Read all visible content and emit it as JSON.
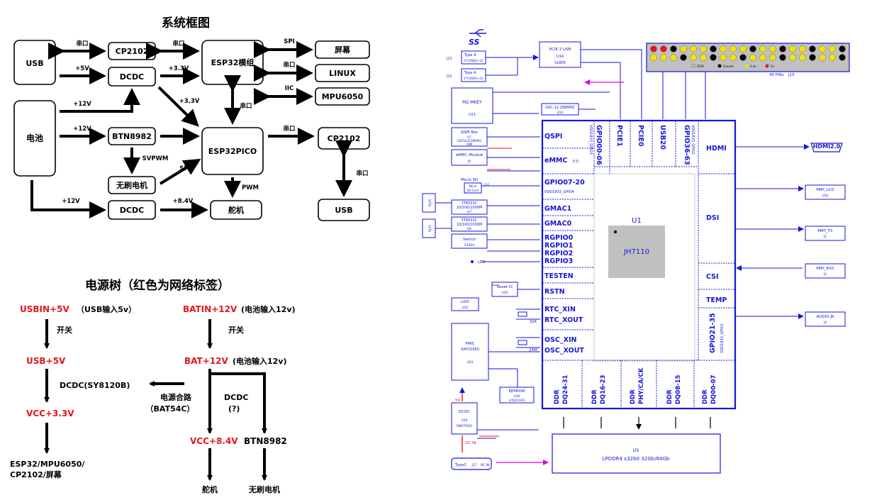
{
  "left": {
    "title": "系统框图",
    "blocks": {
      "usb_left": "USB",
      "cp2102_top": "CP2102",
      "dcdc_top": "DCDC",
      "esp32_module": "ESP32模组",
      "screen": "屏幕",
      "linux": "LINUX",
      "mpu6050": "MPU6050",
      "battery": "电池",
      "btn8982": "BTN8982",
      "esp32pico": "ESP32PICO",
      "cp2102_right": "CP2102",
      "brushless": "无刷电机",
      "dcdc_bottom": "DCDC",
      "servo": "舵机",
      "usb_right": "USB"
    },
    "labels": {
      "serial1": "串口",
      "serial2": "串口",
      "plus5v": "+5V",
      "plus3v3a": "+3.3V",
      "plus12a": "+12V",
      "plus3v3b": "+3.3V",
      "serial3": "串口",
      "plus12b": "+12V",
      "svpwm": "SVPWM",
      "spi_top": "SPI",
      "serial_linux": "串口",
      "iic": "IIC",
      "serial_right": "串口",
      "serial_usb": "串口",
      "spi_bottom": "SPI",
      "pwm": "PWM",
      "plus12c": "+12V",
      "plus8v4": "+8.4V"
    },
    "tree_title": "电源树（红色为网络标签）",
    "tree": {
      "usbin": "USBIN+5V",
      "usbin_note": "（USB输入5v）",
      "batin": "BATIN+12V",
      "batin_note": "(电池输入12v)",
      "switch1": "开关",
      "switch2": "开关",
      "usb5v": "USB+5V",
      "bat12": "BAT+12V",
      "bat12_note": "(电池输入12v)",
      "dcdc_sy": "DCDC(SY8120B)",
      "power_merge": "电源合路",
      "bat54c": "（BAT54C）",
      "dcdc_q": "DCDC",
      "q": "(?)",
      "vcc33": "VCC+3.3V",
      "vcc84": "VCC+8.4V",
      "btn": "BTN8982",
      "loads": "ESP32/MPU6050/",
      "loads2": "CP2102/屏幕",
      "servo": "舵机",
      "motor": "无刷电机"
    },
    "colors": {
      "red": "#e8141c",
      "black": "#000000"
    }
  },
  "right": {
    "ss_logo": "SS",
    "connectors": {
      "j11": "J11",
      "j12": "J12",
      "typea1": "Type A",
      "typea1b": "2*(USB2+3)",
      "typea2": "Type A",
      "typea2b": "2*(USB2+3)",
      "pcie_usb": "PCIE 2 USB",
      "u14": "U14",
      "vl805": "VL805",
      "m2key": "M2-MKEY",
      "u21": "U21",
      "osc": "OSC-12.288MHZ",
      "u13": "U13",
      "qspi_nor": "QSPI-Nor",
      "u7": "U7",
      "qspi_part": "GD25LQ128EWIG",
      "qspi_size": "16M",
      "emmc_mod": "eMMC-Module",
      "j9": "J9",
      "microsd": "Micro SD",
      "j10": "J10",
      "microsd2": "Micro",
      "sdcard": "SD Card",
      "yt1": "YT8531C",
      "yt1b": "10/100/1000M",
      "u7b": "U7",
      "yt2": "YT8531C",
      "yt2b": "10/100/1000M",
      "u6": "U6",
      "rj45a": "RJ45",
      "rj45b": "RJ45",
      "switch": "Switch",
      "s1604": "S1604",
      "led": "LED",
      "reset_ic": "Reset IC",
      "u35": "U35",
      "ldo": "LDO",
      "u12": "U12",
      "pmic": "PMIC",
      "axp": "AXP15060",
      "u22": "U22",
      "eeprom": "EEPROM",
      "u30": "U30",
      "eeprom_part": "GTJ4C02A",
      "dcdc": "DCDC",
      "u16": "U16",
      "dcdc_part": "RB679GD",
      "five_v": "5V",
      "dc_in": "DC IN",
      "typec": "TypeC",
      "j17": "J17",
      "dcin2": "DC IN",
      "xtal1": "32K",
      "xtal2": "24M",
      "hdmi": "HDMI2.0",
      "mipi_lcd": "MIPI_LCD",
      "u32": "U32",
      "mipi_tx": "MIPI_TX",
      "j1": "J1",
      "mipi_rx": "MIPI_RX0",
      "j2": "J2",
      "audio": "AUDIO JK",
      "j4": "J4",
      "j15": "J15",
      "pins": "40 PINs",
      "legend_gpio": "GPIO",
      "legend_gnd": "Ground",
      "legend_33": "3.3v",
      "legend_5": "5v"
    },
    "soc": {
      "u1": "U1",
      "chip": "JH7110",
      "left_labels": [
        "QSPI",
        "eMMC",
        "GPIO07-20",
        "GMAC1",
        "GMAC0",
        "RGPIO0",
        "RGPIO1",
        "RGPIO2",
        "RGPIO3",
        "TESTEN",
        "RSTN",
        "RTC_XIN",
        "RTC_XOUT",
        "OSC_XIN",
        "OSC_XOUT"
      ],
      "vdd_gpio4": "VDD1833_GPIO4",
      "emmc_sub": "5.0",
      "top_labels": [
        "GPIO00-06",
        "PCIE1",
        "PCIE0",
        "USB20",
        "GPIO36-63"
      ],
      "top_sub1": "VDD1833_GPIO3",
      "top_sub2": "VDD1833_GPIO2",
      "right_labels": [
        "HDMI",
        "DSI",
        "CSI",
        "TEMP"
      ],
      "gpio21": "GPIO21-35",
      "gpio21_sub": "VDD1833_GPIO1",
      "bottom_labels": [
        "DDR",
        "DQ24-31",
        "DDR",
        "DQ16-23",
        "DDR",
        "PHY/CA/CK",
        "DDR",
        "DQ08-15",
        "DDR",
        "DQ00-07"
      ]
    },
    "ddr": {
      "u5": "U5",
      "desc": "LPDDR4 x32bit 32Gb/64Gb"
    },
    "colors": {
      "blue": "#1515d8",
      "red": "#e8141c",
      "magenta": "#e000e0",
      "gray": "#c0c0c0",
      "yellow": "#f2e600"
    }
  }
}
